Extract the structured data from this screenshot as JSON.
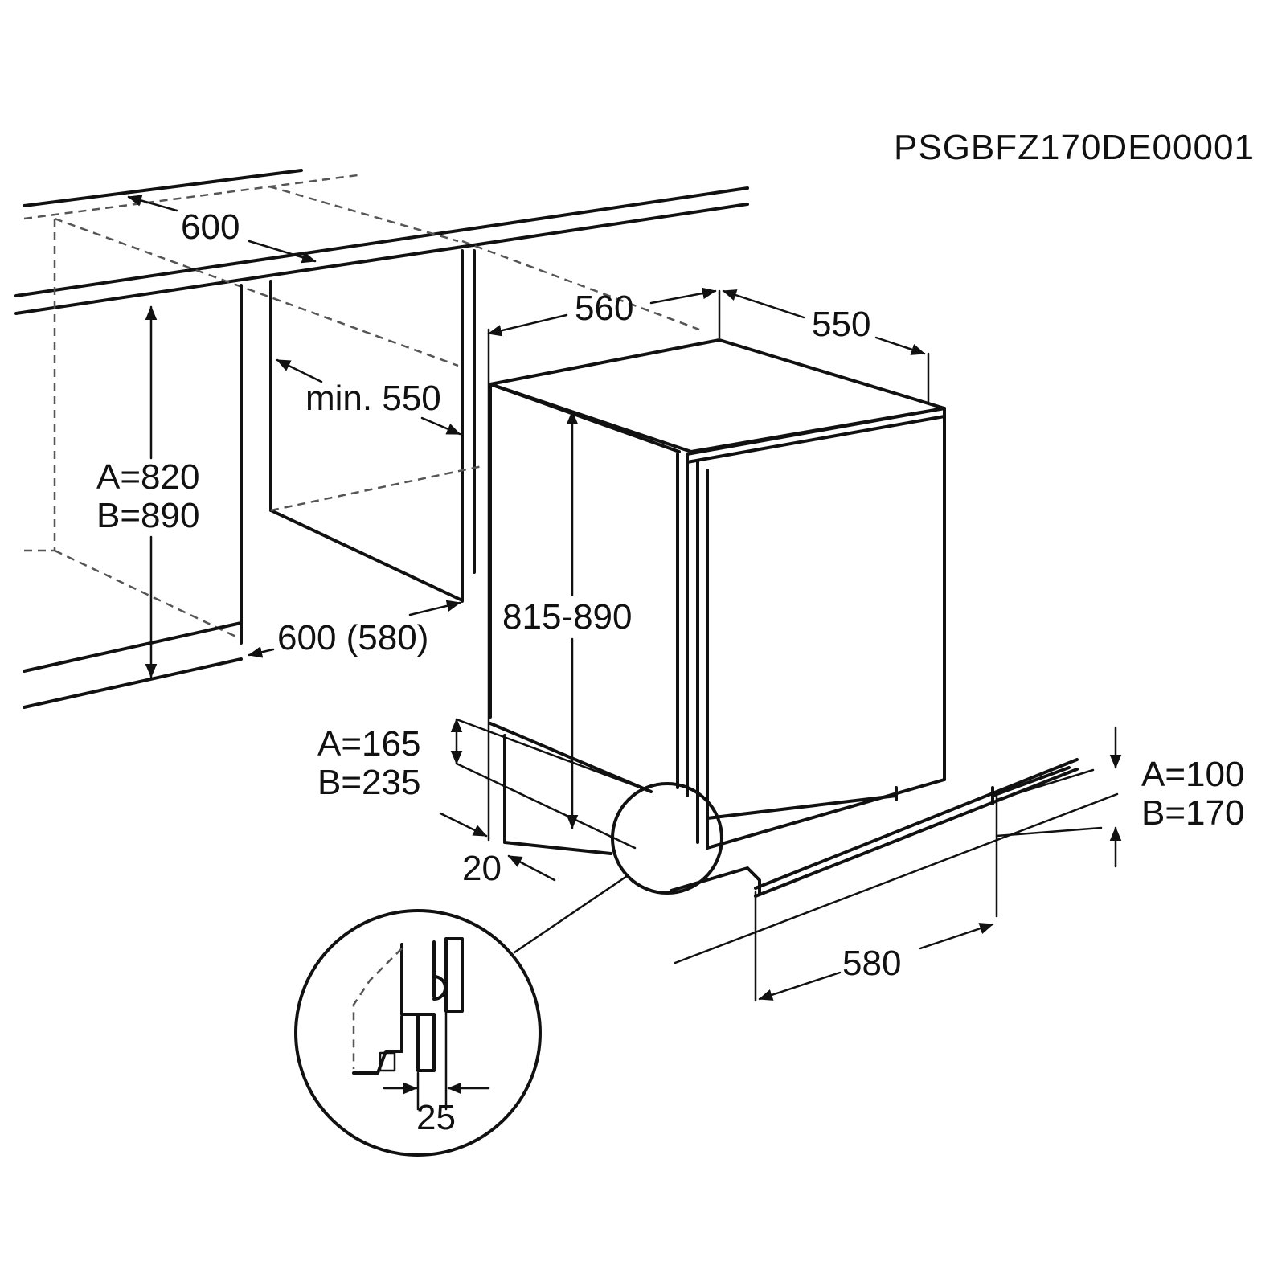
{
  "drawing_code": "PSGBFZ170DE00001",
  "labels": {
    "niche_depth": "600",
    "niche_height_a": "A=820",
    "niche_height_b": "B=890",
    "niche_min_depth": "min. 550",
    "niche_width": "600 (580)",
    "appliance_width": "560",
    "appliance_depth": "550",
    "appliance_height": "815-890",
    "plinth_depth_a": "A=165",
    "plinth_depth_b": "B=235",
    "front_offset": "20",
    "plinth_height_a": "A=100",
    "plinth_height_b": "B=170",
    "plinth_width": "580",
    "detail_gap": "25"
  }
}
